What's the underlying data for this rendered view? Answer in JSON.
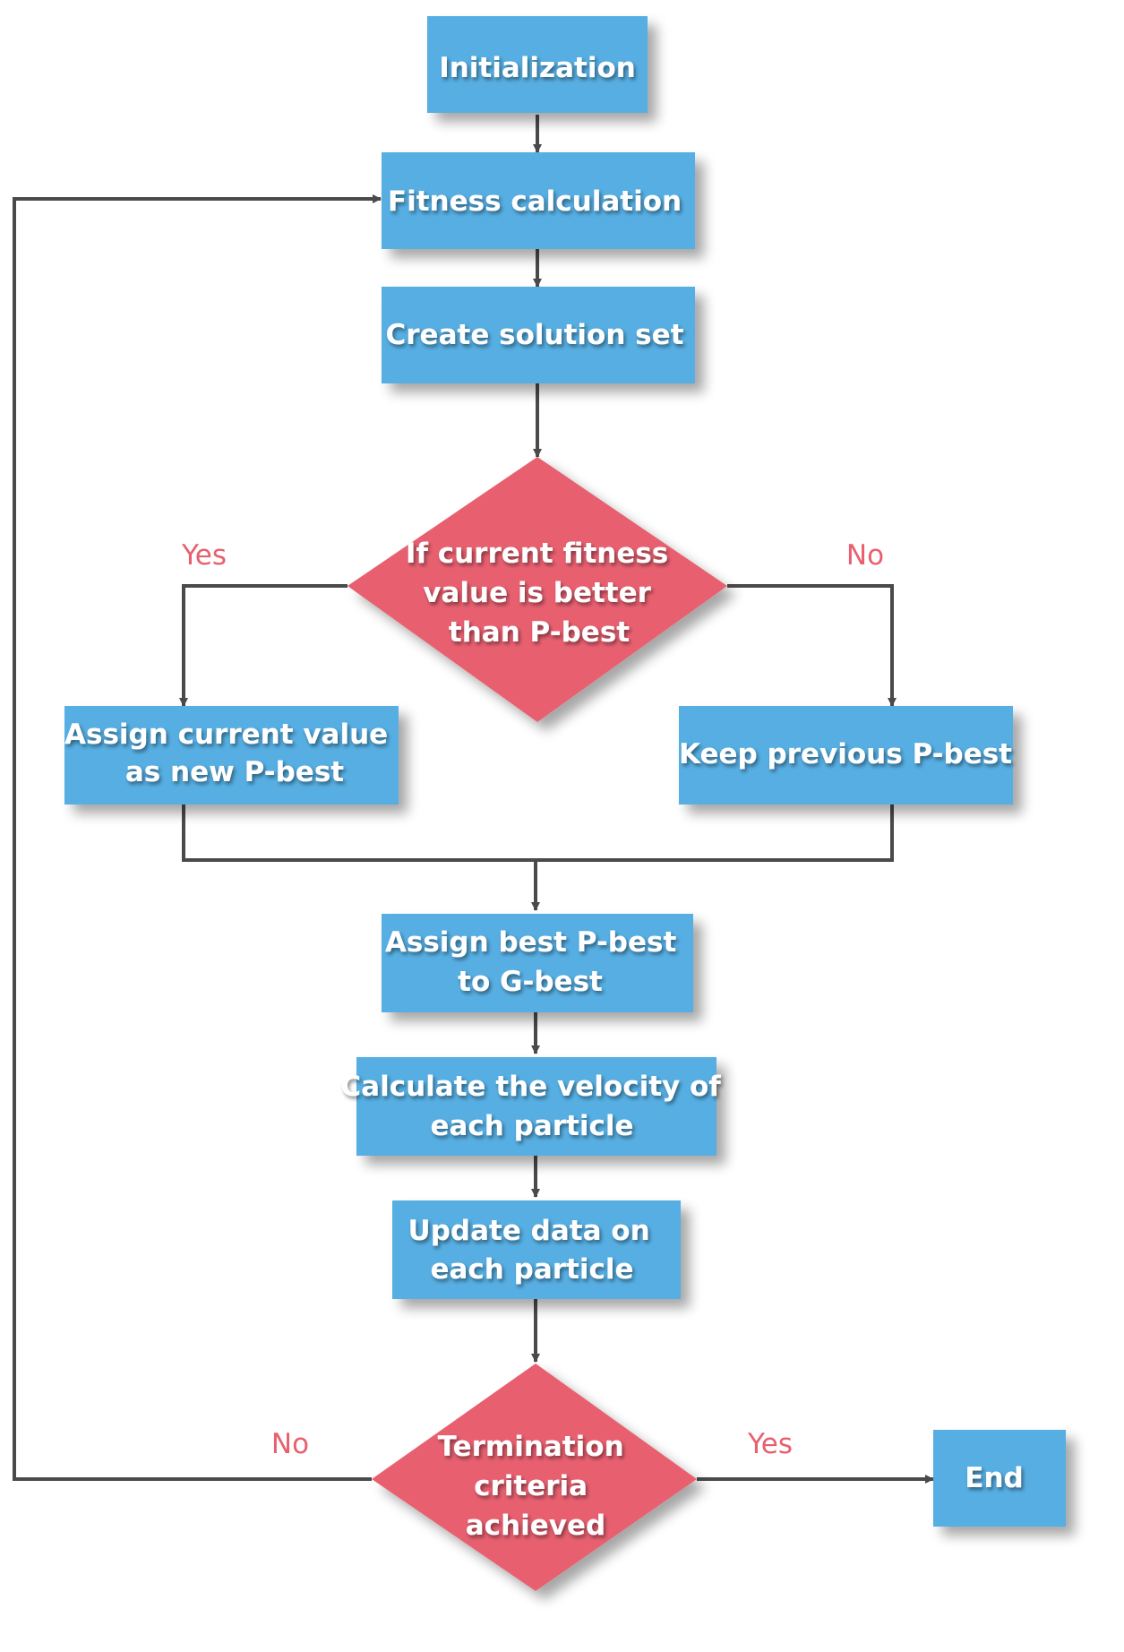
{
  "colors": {
    "process_fill": "#56aee2",
    "decision_fill": "#e8606f",
    "connector": "#4a4a4a",
    "label_text": "#e8606f",
    "node_text": "#ffffff"
  },
  "nodes": {
    "initialization": {
      "lines": [
        "Initialization"
      ]
    },
    "fitness": {
      "lines": [
        "Fitness calculation"
      ]
    },
    "create_solution": {
      "lines": [
        "Create solution set"
      ]
    },
    "decision_pbest": {
      "lines": [
        "If current fitness",
        "value is better",
        "than P-best"
      ]
    },
    "assign_current": {
      "lines": [
        "Assign current value",
        "as new P-best"
      ]
    },
    "keep_previous": {
      "lines": [
        "Keep previous P-best"
      ]
    },
    "assign_gbest": {
      "lines": [
        "Assign best  P-best",
        "to G-best"
      ]
    },
    "velocity": {
      "lines": [
        "Calculate  the velocity of",
        "each particle"
      ]
    },
    "update": {
      "lines": [
        "Update data on",
        "each particle"
      ]
    },
    "decision_termination": {
      "lines": [
        "Termination",
        "criteria",
        "achieved"
      ]
    },
    "end": {
      "lines": [
        "End"
      ]
    }
  },
  "branch_labels": {
    "pbest_yes": "Yes",
    "pbest_no": "No",
    "termination_no": "No",
    "termination_yes": "Yes"
  }
}
